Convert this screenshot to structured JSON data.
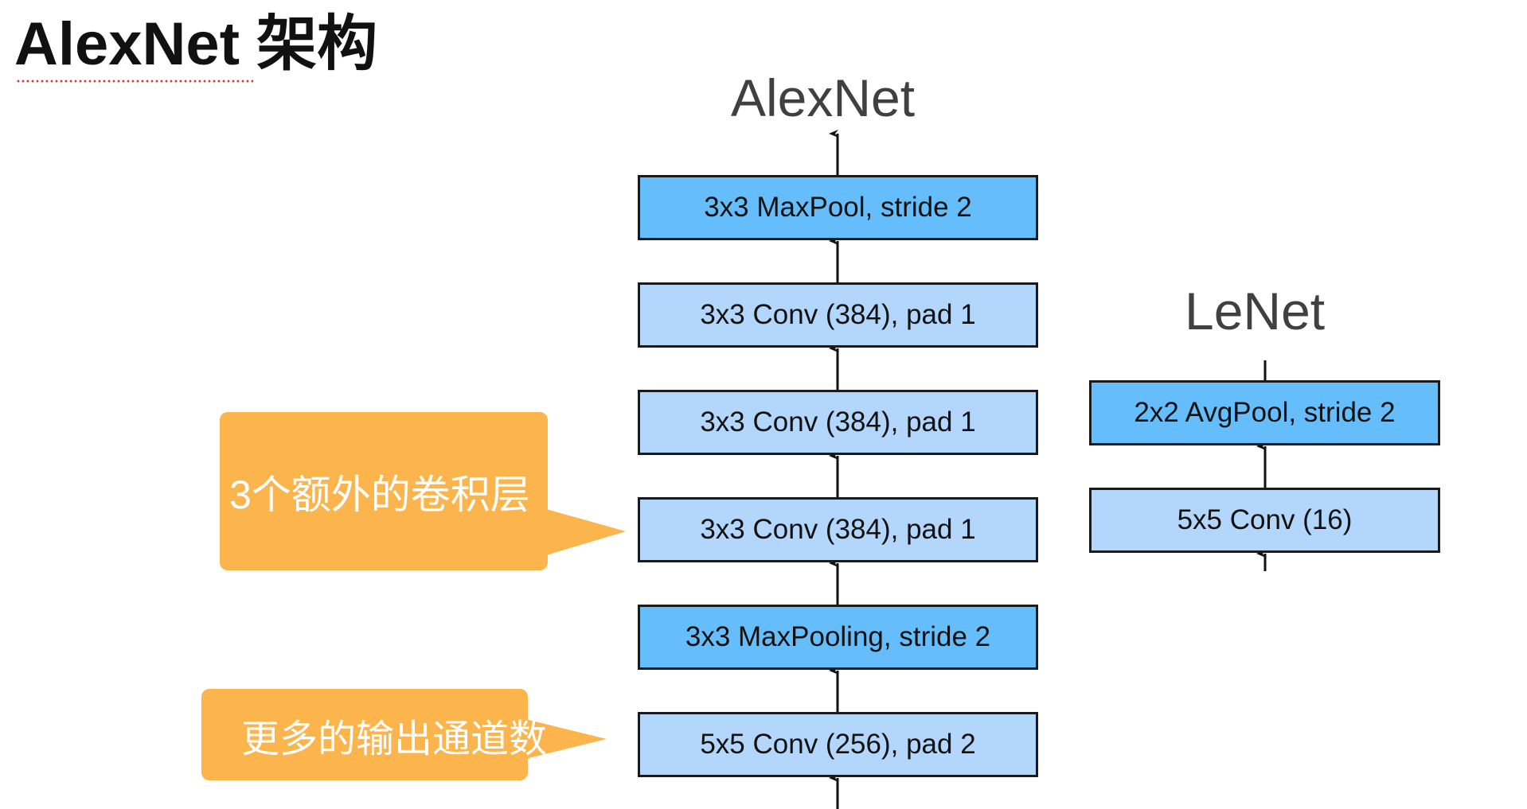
{
  "slide": {
    "title": "AlexNet 架构"
  },
  "alexnet": {
    "title": "AlexNet",
    "layers": [
      {
        "label": "3x3 MaxPool, stride 2",
        "kind": "pool"
      },
      {
        "label": "3x3 Conv (384), pad 1",
        "kind": "conv"
      },
      {
        "label": "3x3 Conv (384), pad 1",
        "kind": "conv"
      },
      {
        "label": "3x3 Conv (384), pad 1",
        "kind": "conv"
      },
      {
        "label": "3x3 MaxPooling, stride 2",
        "kind": "pool"
      },
      {
        "label": "5x5 Conv (256), pad 2",
        "kind": "conv"
      }
    ]
  },
  "lenet": {
    "title": "LeNet",
    "layers": [
      {
        "label": "2x2 AvgPool, stride 2",
        "kind": "pool"
      },
      {
        "label": "5x5 Conv (16)",
        "kind": "conv"
      }
    ]
  },
  "callouts": {
    "extra_conv_layers": "3个额外的卷积层",
    "more_channels": "更多的输出通道数"
  },
  "colors": {
    "conv_fill": "#b3d7fc",
    "pool_fill": "#66bdfc",
    "callout_fill": "#fbb54c",
    "border": "#1a1a1a"
  }
}
